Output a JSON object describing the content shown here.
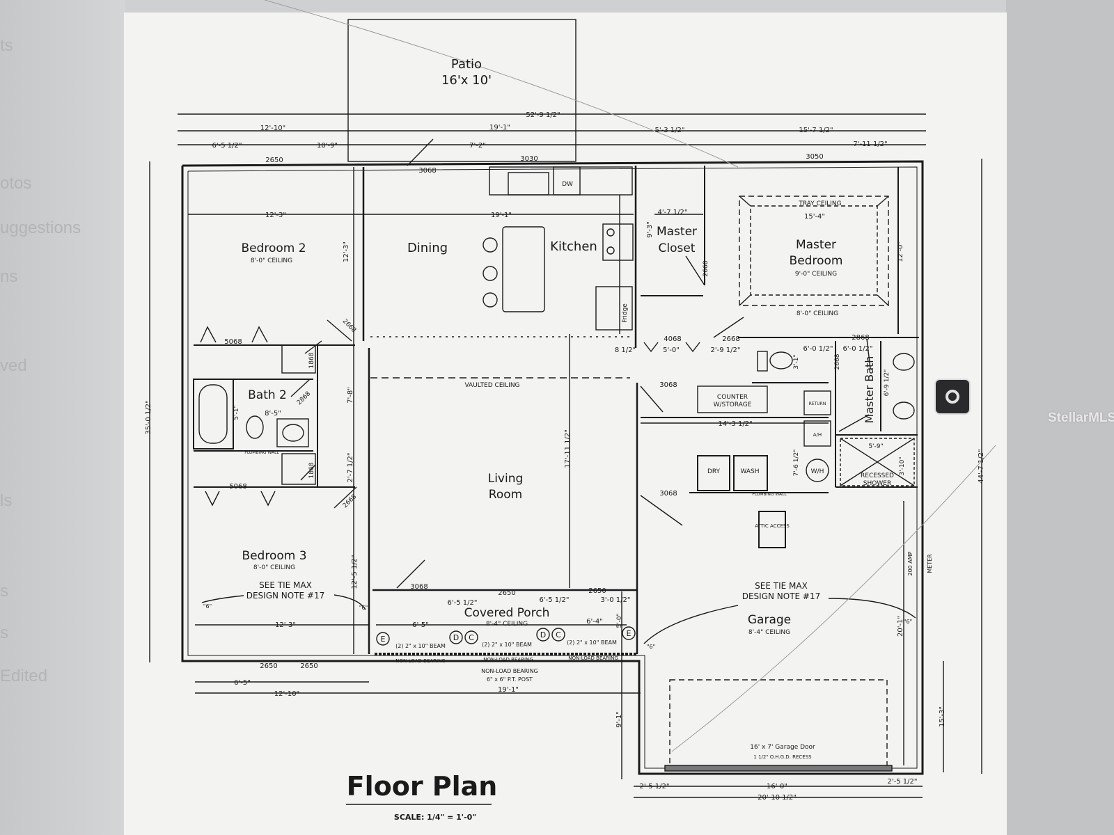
{
  "sidebar": {
    "items": [
      "ts",
      "otos",
      "uggestions",
      "ns",
      "ved",
      "ls",
      "s",
      "s",
      "Edited"
    ]
  },
  "watermark": "StellarMLS",
  "plan": {
    "title": "Floor Plan",
    "scale": "SCALE: 1/4\" = 1'-0\"",
    "rooms": {
      "patio": "Patio",
      "patio_size": "16'x 10'",
      "bedroom2": "Bedroom 2",
      "bedroom2_ceiling": "8'-0\" CEILING",
      "dining": "Dining",
      "kitchen": "Kitchen",
      "master_closet_1": "Master",
      "master_closet_2": "Closet",
      "master_bedroom_1": "Master",
      "master_bedroom_2": "Bedroom",
      "master_bedroom_ceiling": "9'-0\" CEILING",
      "master_bedroom_ceiling2": "8'-0\" CEILING",
      "tray_ceiling": "TRAY CEILING",
      "bath2": "Bath 2",
      "living_1": "Living",
      "living_2": "Room",
      "vaulted": "VAULTED CEILING",
      "bedroom3": "Bedroom 3",
      "bedroom3_ceiling": "8'-0\" CEILING",
      "covered_porch": "Covered Porch",
      "porch_ceiling": "8'-4\" CEILING",
      "garage": "Garage",
      "garage_ceiling": "8'-4\" CEILING",
      "master_bath": "Master Bath",
      "counter_1": "COUNTER",
      "counter_2": "W/STORAGE",
      "dry": "DRY",
      "wash": "WASH",
      "wh": "W/H",
      "recessed_1": "RECESSED",
      "recessed_2": "SHOWER",
      "attic": "ATTIC ACCESS",
      "fridge": "Fridge",
      "dw": "DW",
      "plumbing_wall": "PLUMBING WALL",
      "garage_door": "16' x 7' Garage Door",
      "garage_recess": "1 1/2\" O.H.G.D. RECESS",
      "amp": "200 AMP",
      "meter": "METER",
      "ahu": "A/H",
      "return": "RETURN"
    },
    "notes": {
      "tie_max_1": "SEE TIE MAX",
      "tie_max_2": "DESIGN NOTE #17",
      "beam": "(2) 2\" x 10\" BEAM",
      "non_load": "NON-LOAD BEARING",
      "post_1": "NON-LOAD BEARING",
      "post_2": "6\" x 6\" P.T. POST",
      "six": "\"6\""
    },
    "dims": {
      "overall": "52'-9 1/2\"",
      "d12_10": "12'-10\"",
      "d19_1": "19'-1\"",
      "d5_3": "5'-3 1/2\"",
      "d15_7": "15'-7 1/2\"",
      "d6_5": "6'-5 1/2\"",
      "d10_9": "10'-9\"",
      "d7_2": "7'-2\"",
      "d7_11": "7'-11 1/2\"",
      "d12_3": "12'-3\"",
      "d4_7": "4'-7 1/2\"",
      "d15_4": "15'-4\"",
      "d9_3": "9'-3\"",
      "d12_0": "12'-0\"",
      "d35": "35'-0 1/2\"",
      "d44": "44'-7 1/2\"",
      "d8_5": "8'-5\"",
      "d7_8": "7'-8\"",
      "d2_7": "2'-7 1/2\"",
      "d17_11": "17'-11 1/2\"",
      "d14_3": "14'-3 1/2\"",
      "d6_0": "6'-0 1/2\"",
      "d5_0": "5'-0\"",
      "d2_9": "2'-9 1/2\"",
      "d8": "8 1/2\"",
      "d3_1": "3'-1\"",
      "d6_9": "6'-9 1/2\"",
      "d7_6": "7'-6 1/2\"",
      "d5_9": "5'-9\"",
      "d3_10": "3'-10\"",
      "d12_5": "12'-5 1/2\"",
      "d6_5b": "6'-5\"",
      "d6_4": "6'-4\"",
      "d3_0": "3'-0 1/2\"",
      "d5_0b": "5'-0\"",
      "d20_1": "20'-1\"",
      "d15_3": "15'-3\"",
      "d9_1": "9'-1\"",
      "d2_5": "2'-5 1/2\"",
      "d16_0": "16'-0\"",
      "d20_10": "20'-10 1/2\"",
      "d5_1": "5'-1\""
    },
    "codes": {
      "c2650": "2650",
      "c3068": "3068",
      "c3030": "3030",
      "c3050": "3050",
      "c2668": "2668",
      "c4068": "4068",
      "c2868": "2868",
      "c5068": "5068",
      "c1868": "1868"
    },
    "markers": {
      "e": "E",
      "d": "D",
      "c": "C"
    }
  },
  "colors": {
    "line": "#1a1a1a",
    "paper": "#f3f3f2",
    "screen": "#cfd0d2"
  }
}
